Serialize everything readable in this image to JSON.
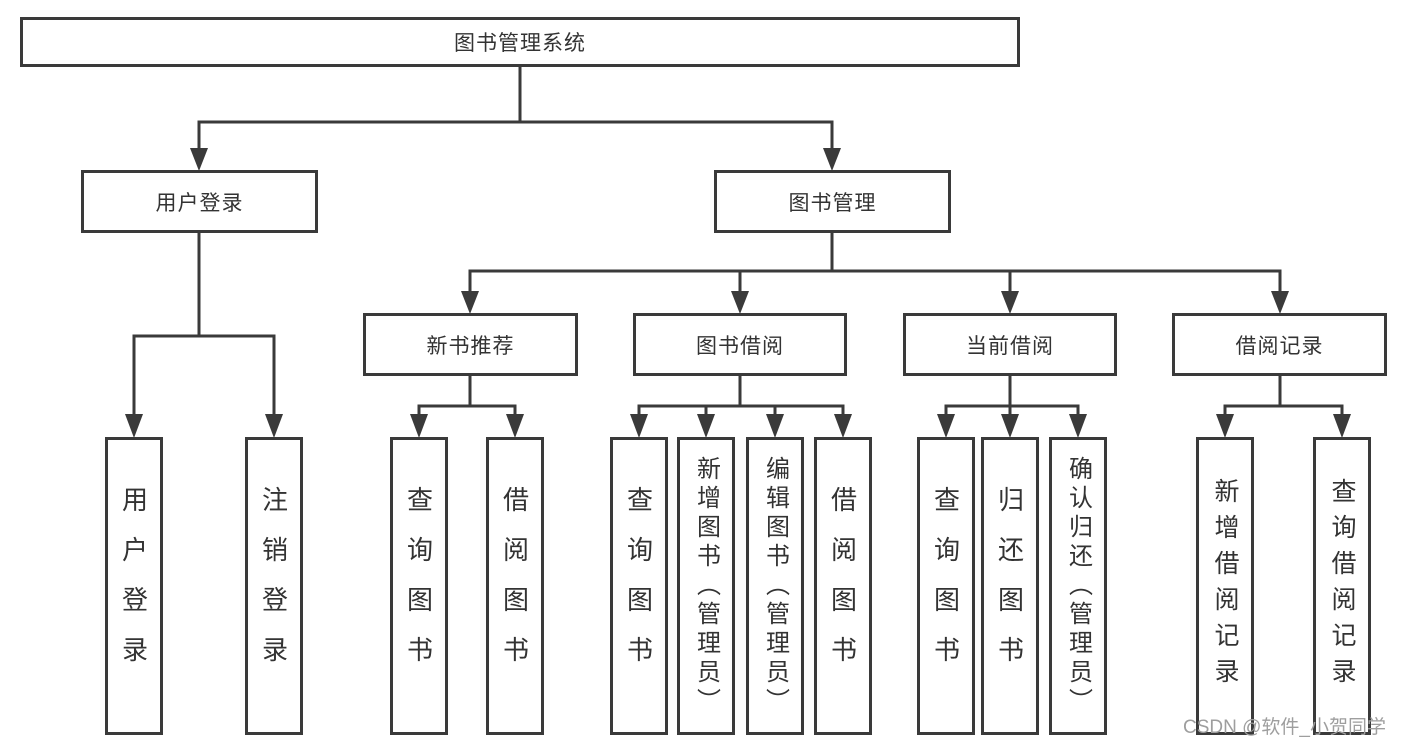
{
  "diagram": {
    "root": "图书管理系统",
    "level2": [
      "用户登录",
      "图书管理"
    ],
    "level3": [
      "新书推荐",
      "图书借阅",
      "当前借阅",
      "借阅记录"
    ],
    "leaves": {
      "user_login": [
        "用户登录",
        "注销登录"
      ],
      "new_book_recommend": [
        "查询图书",
        "借阅图书"
      ],
      "book_borrow": [
        "查询图书",
        "新增图书（管理员）",
        "编辑图书（管理员）",
        "借阅图书"
      ],
      "current_borrow": [
        "查询图书",
        "归还图书",
        "确认归还（管理员）"
      ],
      "borrow_record": [
        "新增借阅记录",
        "查询借阅记录"
      ]
    }
  },
  "watermark": "CSDN @软件_小贺同学",
  "colors": {
    "line": "#3a3a3a",
    "text": "#333333",
    "watermark": "#9e9e9e",
    "background": "#ffffff"
  }
}
